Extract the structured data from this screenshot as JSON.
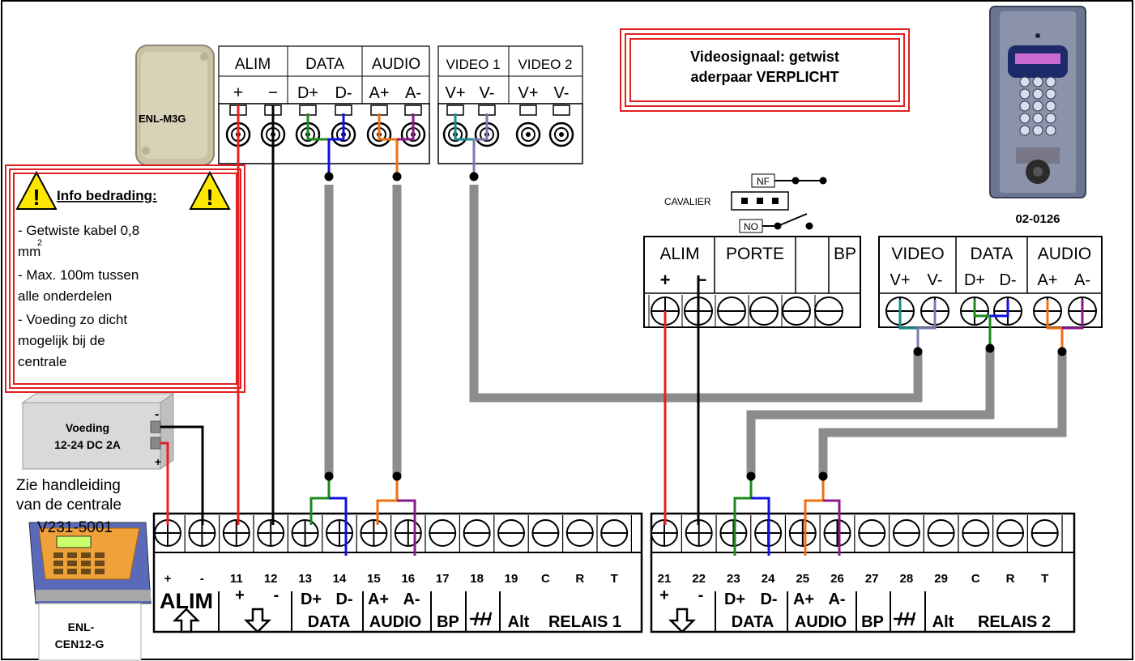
{
  "module": {
    "name": "ENL-M3G",
    "groups": [
      "ALIM",
      "DATA",
      "AUDIO",
      "VIDEO 1",
      "VIDEO 2"
    ],
    "pins": [
      "+",
      "−",
      "D+",
      "D-",
      "A+",
      "A-",
      "V+",
      "V-",
      "V+",
      "V-"
    ]
  },
  "warning_box": {
    "text": "Videosignaal: getwist aderpaar VERPLICHT",
    "line1": "Videosignaal: getwist",
    "line2": "aderpaar VERPLICHT"
  },
  "info_box": {
    "title": "Info bedrading:",
    "lines": [
      "- Getwiste kabel 0,8",
      "mm",
      "- Max. 100m tussen",
      "alle onderdelen",
      "- Voeding zo dicht",
      "mogelijk bij de",
      "centrale"
    ],
    "superscript": "2"
  },
  "power_supply": {
    "label_line1": "Voeding",
    "label_line2": "12-24 DC 2A",
    "minus": "-",
    "plus": "+"
  },
  "manual_note": {
    "line1": "Zie handleiding",
    "line2": "van de centrale",
    "line3": "V231-5001"
  },
  "central_unit": {
    "line1": "ENL-",
    "line2": "CEN12-G"
  },
  "door_station": {
    "model": "02-0126"
  },
  "jumper": {
    "label": "CAVALIER",
    "nf": "NF",
    "no": "NO"
  },
  "door_terminal": {
    "left_groups": [
      "ALIM",
      "PORTE",
      "BP"
    ],
    "left_pins": [
      "+",
      "−"
    ],
    "right_groups": [
      "VIDEO",
      "DATA",
      "AUDIO"
    ],
    "right_pins": [
      "V+",
      "V-",
      "D+",
      "D-",
      "A+",
      "A-"
    ]
  },
  "terminal_block_1": {
    "numbers": [
      "+",
      "-",
      "11",
      "12",
      "13",
      "14",
      "15",
      "16",
      "17",
      "18",
      "19",
      "C",
      "R",
      "T"
    ],
    "signs": [
      "+",
      "-",
      "D+",
      "D-",
      "A+",
      "A-"
    ],
    "labels": [
      "ALIM",
      "DATA",
      "AUDIO",
      "BP",
      "Alt",
      "RELAIS 1"
    ]
  },
  "terminal_block_2": {
    "numbers": [
      "21",
      "22",
      "23",
      "24",
      "25",
      "26",
      "27",
      "28",
      "29",
      "C",
      "R",
      "T"
    ],
    "signs": [
      "+",
      "-",
      "D+",
      "D-",
      "A+",
      "A-"
    ],
    "labels": [
      "DATA",
      "AUDIO",
      "BP",
      "Alt",
      "RELAIS 2"
    ]
  },
  "colors": {
    "red": "#e82020",
    "black": "#000000",
    "green": "#1a8a1a",
    "blue": "#1010e0",
    "orange": "#f07010",
    "purple": "#8a1a8a",
    "teal": "#1a8a8a",
    "lavender": "#7a7ab0",
    "cable_gray": "#8c8c8c"
  }
}
